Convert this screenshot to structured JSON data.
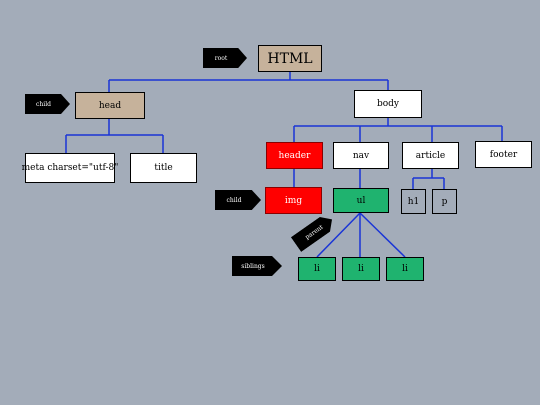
{
  "nodes": {
    "html": "HTML",
    "head": "head",
    "body": "body",
    "meta": "meta charset=\"utf-8\"",
    "title": "title",
    "header": "header",
    "nav": "nav",
    "article": "article",
    "footer": "footer",
    "img": "img",
    "ul": "ul",
    "h1": "h1",
    "p": "p",
    "li1": "li",
    "li2": "li",
    "li3": "li"
  },
  "tags": {
    "root": "root",
    "child_head": "child",
    "child_img": "child",
    "parent": "parent",
    "siblings": "siblings"
  },
  "colors": {
    "background": "#a3acb9",
    "connector": "#1a35d6",
    "head_fill": "#c6b29b",
    "header_img_fill": "#ff0000",
    "ul_li_fill": "#1fb36f",
    "tag_fill": "#000000"
  }
}
